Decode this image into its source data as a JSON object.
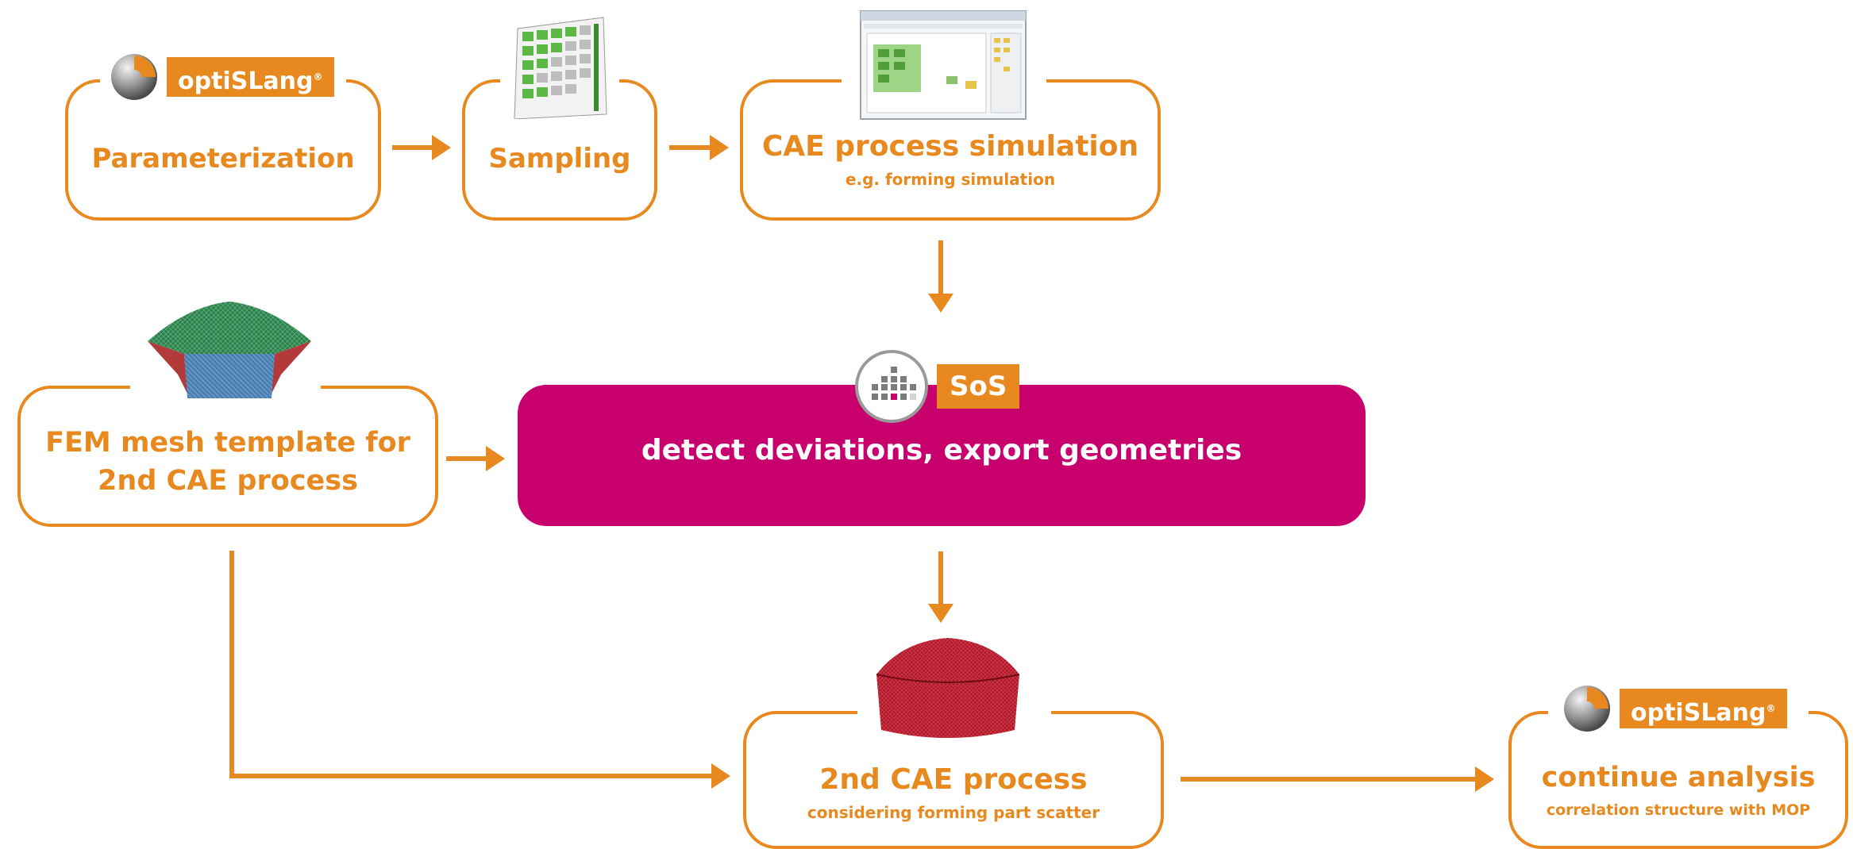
{
  "colors": {
    "accent": "#e8891f",
    "magenta": "#c8006e",
    "white": "#ffffff"
  },
  "brand": {
    "optislang": "optiSLang",
    "sos": "SoS"
  },
  "nodes": {
    "parameterization": {
      "title": "Parameterization"
    },
    "sampling": {
      "title": "Sampling"
    },
    "cae": {
      "title": "CAE process simulation",
      "subtitle": "e.g. forming simulation"
    },
    "fem": {
      "title_line1": "FEM mesh template for",
      "title_line2": "2nd CAE process"
    },
    "sos": {
      "title": "detect deviations, export geometries"
    },
    "cae2": {
      "title": "2nd CAE process",
      "subtitle": "considering forming part scatter"
    },
    "continue": {
      "title": "continue analysis",
      "subtitle": "correlation structure with MOP"
    }
  },
  "icons": [
    "optislang-sphere-icon",
    "sampling-screenshot-icon",
    "software-screenshot-icon",
    "sos-bars-icon",
    "mesh-template-icon",
    "red-mesh-part-icon"
  ]
}
